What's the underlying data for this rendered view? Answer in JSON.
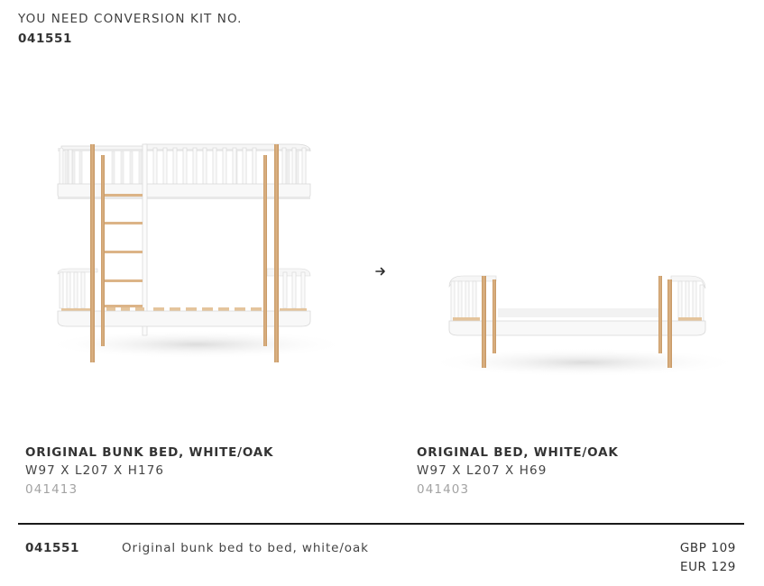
{
  "header": {
    "label": "YOU NEED CONVERSION KIT NO.",
    "kit_number": "041551"
  },
  "conversion": {
    "from": {
      "name": "ORIGINAL BUNK BED, WHITE/OAK",
      "dimensions": "W97 X L207 X H176",
      "code": "041413",
      "image": "bunk-bed-white-oak"
    },
    "arrow_icon": "arrow-right-icon",
    "to": {
      "name": "ORIGINAL BED, WHITE/OAK",
      "dimensions": "W97 X L207 X H69",
      "code": "041403",
      "image": "single-bed-white-oak"
    }
  },
  "kit": {
    "code": "041551",
    "description": "Original bunk bed to bed, white/oak",
    "prices": [
      {
        "label": "GBP 109"
      },
      {
        "label": "EUR 129"
      }
    ]
  },
  "colors": {
    "oak": "#d4a878",
    "white_frame": "#f4f4f4",
    "divider": "#1a1a1a",
    "muted_text": "#a3a3a3"
  }
}
